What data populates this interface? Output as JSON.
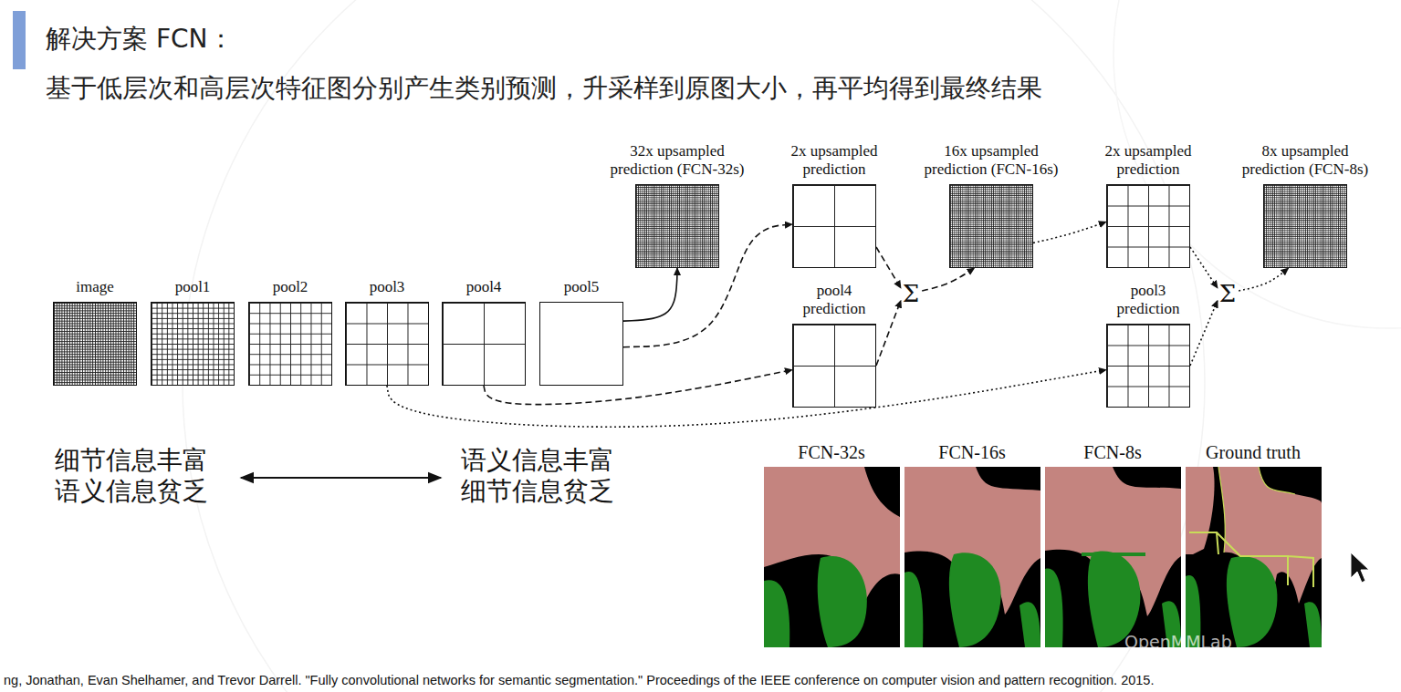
{
  "diagram": {
    "title": "解决方案 FCN：",
    "caption": "ng, Jonathan, Evan Shelhamer, and Trevor Darrell. \"Fully convolutional networks for semantic segmentation.\" Proceedings of the IEEE conference on computer vision and pattern recognition. 2015.",
    "nodes": [
      {
        "text": [
          "image"
        ]
      },
      {
        "text": [
          "pool1"
        ]
      },
      {
        "text": [
          "pool2"
        ]
      },
      {
        "text": [
          "pool3"
        ]
      },
      {
        "text": [
          "pool4"
        ]
      },
      {
        "text": [
          "pool5"
        ]
      },
      {
        "text": [
          "32x upsampled prediction (FCN-32s)"
        ]
      },
      {
        "text": [
          "2x upsampled prediction"
        ]
      },
      {
        "text": [
          "pool4 prediction"
        ]
      },
      {
        "text": [
          "Σ"
        ]
      },
      {
        "text": [
          "16x upsampled prediction (FCN-16s)"
        ]
      },
      {
        "text": [
          "2x upsampled prediction"
        ]
      },
      {
        "text": [
          "pool3 prediction"
        ]
      },
      {
        "text": [
          "Σ"
        ]
      },
      {
        "text": [
          "8x upsampled prediction (FCN-8s)"
        ]
      }
    ],
    "edges": [
      {
        "from": 5,
        "to": 6,
        "arrow": "to"
      },
      {
        "from": 5,
        "to": 7,
        "arrow": "to"
      },
      {
        "from": 4,
        "to": 8,
        "arrow": "to"
      },
      {
        "from": 7,
        "to": 9,
        "arrow": "to"
      },
      {
        "from": 8,
        "to": 9,
        "arrow": "to"
      },
      {
        "from": 9,
        "to": 10,
        "arrow": "to"
      },
      {
        "from": 10,
        "to": 11,
        "arrow": "to"
      },
      {
        "from": 3,
        "to": 12,
        "arrow": "to"
      },
      {
        "from": 11,
        "to": 13,
        "arrow": "to"
      },
      {
        "from": 12,
        "to": 13,
        "arrow": "to"
      },
      {
        "from": 13,
        "to": 14,
        "arrow": "to"
      }
    ],
    "labels": [
      "基于低层次和高层次特征图分别产生类别预测，升采样到原图大小，再平均得到最终结果",
      "细节信息丰富 语义信息贫乏",
      "语义信息丰富 细节信息贫乏",
      "FCN-32s",
      "FCN-16s",
      "FCN-8s",
      "Ground truth",
      "OpenMMLab"
    ]
  }
}
